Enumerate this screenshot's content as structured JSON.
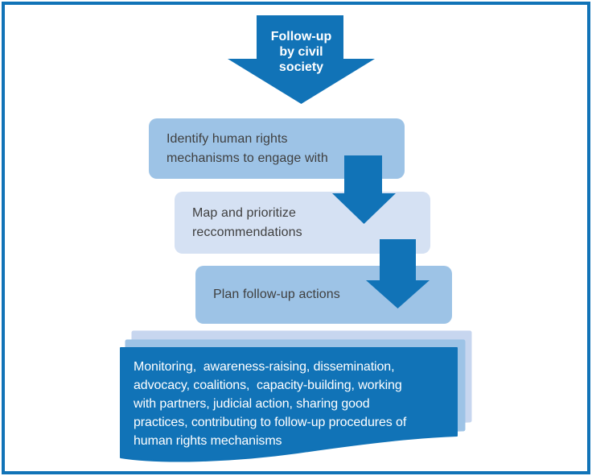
{
  "colors": {
    "accent": "#1173B7",
    "box-medium": "#9DC3E6",
    "box-light": "#D5E1F3",
    "stack-back": "#C7D6EF",
    "stack-mid": "#9DC3E6",
    "text-dark": "#3F3F3F",
    "text-light": "#FFFFFF"
  },
  "flowchart": {
    "start_arrow": {
      "label": "Follow-up\nby civil\nsociety"
    },
    "steps": [
      {
        "label": "Identify human rights\nmechanisms to engage with"
      },
      {
        "label": "Map and prioritize\nreccommendations"
      },
      {
        "label": "Plan follow-up actions"
      }
    ],
    "outcome": {
      "label": "Monitoring,  awareness-raising, dissemination,\nadvocacy, coalitions,  capacity-building, working\nwith partners, judicial action, sharing good\npractices, contributing to follow-up procedures of\nhuman rights mechanisms"
    }
  }
}
